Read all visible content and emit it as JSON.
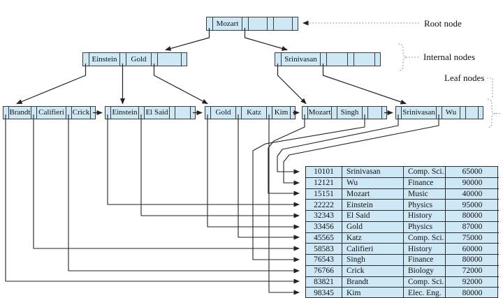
{
  "annotations": {
    "root_node": "Root node",
    "internal_nodes": "Internal nodes",
    "leaf_nodes": "Leaf nodes"
  },
  "tree": {
    "root": {
      "keys": [
        "Mozart",
        "",
        ""
      ]
    },
    "internal": [
      {
        "keys": [
          "Einstein",
          "Gold",
          ""
        ]
      },
      {
        "keys": [
          "Srinivasan",
          "",
          ""
        ]
      }
    ],
    "leaves": [
      {
        "keys": [
          "Brandt",
          "Califieri",
          "Crick"
        ]
      },
      {
        "keys": [
          "Einstein",
          "El Said",
          ""
        ]
      },
      {
        "keys": [
          "Gold",
          "Katz",
          "Kim"
        ]
      },
      {
        "keys": [
          "Mozart",
          "Singh",
          ""
        ]
      },
      {
        "keys": [
          "Srinivasan",
          "Wu",
          ""
        ]
      }
    ],
    "edges": {
      "root_to_children": [
        "internal-1",
        "internal-2"
      ],
      "internal_1_to_leaves": [
        "leaf-1",
        "leaf-2",
        "leaf-3"
      ],
      "internal_2_to_leaves": [
        "leaf-4",
        "leaf-5"
      ],
      "leaf_chain": [
        "leaf-1>leaf-2",
        "leaf-2>leaf-3",
        "leaf-3>leaf-4",
        "leaf-4>leaf-5"
      ],
      "record_pointers": [
        {
          "key": "Srinivasan",
          "row": "10101"
        },
        {
          "key": "Wu",
          "row": "12121"
        },
        {
          "key": "Mozart",
          "row": "15151"
        },
        {
          "key": "Einstein",
          "row": "22222"
        },
        {
          "key": "El Said",
          "row": "32343"
        },
        {
          "key": "Gold",
          "row": "33456"
        },
        {
          "key": "Katz",
          "row": "45565"
        },
        {
          "key": "Califieri",
          "row": "58583"
        },
        {
          "key": "Singh",
          "row": "76543"
        },
        {
          "key": "Crick",
          "row": "76766"
        },
        {
          "key": "Brandt",
          "row": "83821"
        },
        {
          "key": "Kim",
          "row": "98345"
        }
      ]
    }
  },
  "records": {
    "rows": [
      [
        "10101",
        "Srinivasan",
        "Comp. Sci.",
        "65000"
      ],
      [
        "12121",
        "Wu",
        "Finance",
        "90000"
      ],
      [
        "15151",
        "Mozart",
        "Music",
        "40000"
      ],
      [
        "22222",
        "Einstein",
        "Physics",
        "95000"
      ],
      [
        "32343",
        "El Said",
        "History",
        "80000"
      ],
      [
        "33456",
        "Gold",
        "Physics",
        "87000"
      ],
      [
        "45565",
        "Katz",
        "Comp. Sci.",
        "75000"
      ],
      [
        "58583",
        "Califieri",
        "History",
        "60000"
      ],
      [
        "76543",
        "Singh",
        "Finance",
        "80000"
      ],
      [
        "76766",
        "Crick",
        "Biology",
        "72000"
      ],
      [
        "83821",
        "Brandt",
        "Comp. Sci.",
        "92000"
      ],
      [
        "98345",
        "Kim",
        "Elec. Eng.",
        "80000"
      ]
    ]
  },
  "colors": {
    "node_fill": "#cfe8f6",
    "node_border": "#3a3a3a",
    "line": "#222222",
    "dotted": "#8a8a8a",
    "background": "#ffffff"
  }
}
